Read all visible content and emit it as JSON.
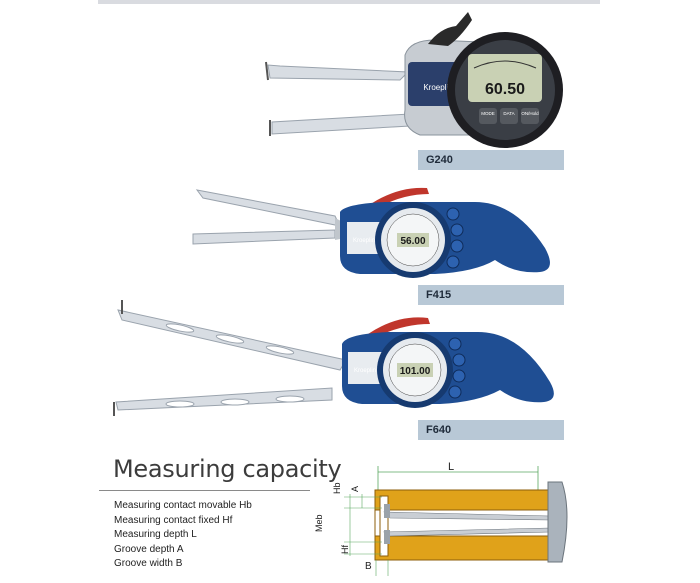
{
  "products": [
    {
      "name": "G240",
      "brand": "Kroeplin",
      "display": "60.50",
      "buttons": [
        "MODE",
        "DATA",
        "ON/Hold"
      ]
    },
    {
      "name": "F415",
      "brand": "Kroeplin",
      "display": "56.00"
    },
    {
      "name": "F640",
      "brand": "Kroeplin",
      "display": "101.00"
    }
  ],
  "capacity": {
    "title": "Measuring capacity",
    "items": [
      "Measuring contact movable  Hb",
      "Measuring contact fixed  Hf",
      "Measuring depth  L",
      "Groove depth  A",
      "Groove width  B"
    ],
    "diagram_labels": {
      "L": "L",
      "Hb": "Hb",
      "A": "A",
      "Meb": "Meb",
      "Hf": "Hf",
      "B": "B"
    }
  },
  "colors": {
    "label_bar": "#b8c8d6",
    "tool_blue": "#1f4e93",
    "groove_orange": "#e0a21a"
  }
}
